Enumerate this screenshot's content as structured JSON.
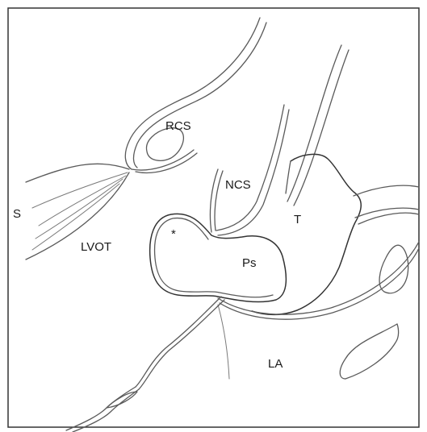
{
  "diagram": {
    "labels": {
      "rcs": "RCS",
      "ncs": "NCS",
      "s": "S",
      "lvot": "LVOT",
      "t": "T",
      "ps": "Ps",
      "la": "LA",
      "star": "*"
    },
    "colors": {
      "background": "#ffffff",
      "frame": "#333333",
      "ink": "#5a5a5a",
      "text": "#1a1a1a"
    }
  }
}
